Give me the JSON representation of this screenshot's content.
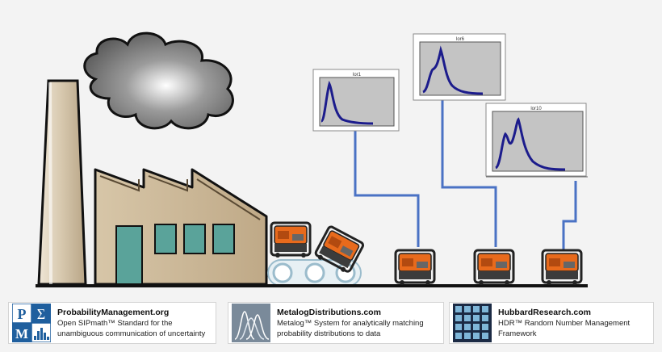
{
  "charts": [
    {
      "id": "left",
      "label": "lor1"
    },
    {
      "id": "middle",
      "label": "lor6"
    },
    {
      "id": "right",
      "label": "lor10"
    }
  ],
  "footer": [
    {
      "title": "ProbabilityManagement.org",
      "desc": "Open SIPmath™ Standard for the\nunambiguous communication of uncertainty",
      "logo": "probability-management-logo"
    },
    {
      "title": "MetalogDistributions.com",
      "desc": "Metalog™ System for analytically matching\nprobability distributions to data",
      "logo": "metalog-logo"
    },
    {
      "title": "HubbardResearch.com",
      "desc": "HDR™ Random Number Management\nFramework",
      "logo": "hubbard-grid-logo"
    }
  ],
  "colors": {
    "connector": "#4a72c4",
    "curve": "#1c1c8c",
    "generator": "#e86a1c",
    "factory_wall": "#c7b293",
    "window": "#5aa39a",
    "smoke": "#8a8a8a"
  }
}
